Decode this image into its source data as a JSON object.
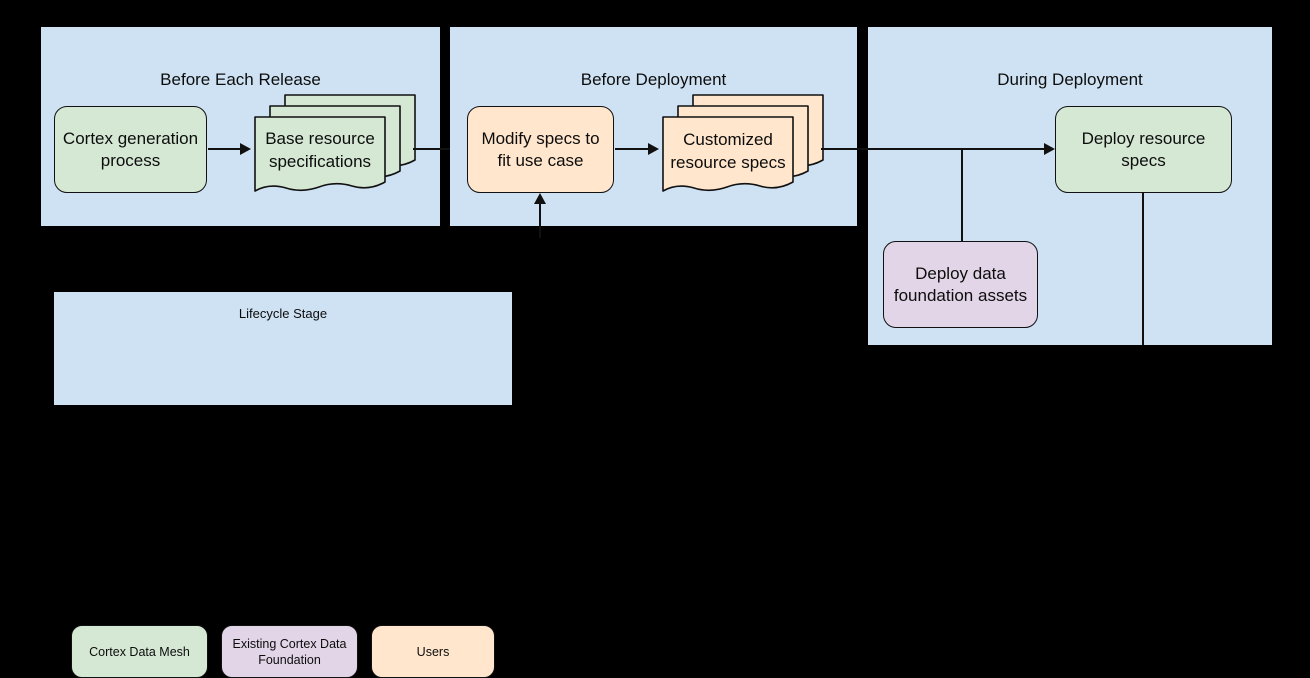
{
  "diagram": {
    "panels": [
      {
        "id": "before-each-release",
        "title": "Before Each Release",
        "nodes": [
          {
            "id": "cortex-generation-process",
            "label": "Cortex generation process",
            "shape": "rounded-rect",
            "category": "Cortex Data Mesh",
            "color": "#d5e8d4"
          },
          {
            "id": "base-resource-specifications",
            "label": "Base resource specifications",
            "shape": "stacked-document",
            "category": "Cortex Data Mesh",
            "color": "#d5e8d4"
          }
        ]
      },
      {
        "id": "before-deployment",
        "title": "Before Deployment",
        "nodes": [
          {
            "id": "modify-specs-to-fit-use-case",
            "label": "Modify specs to fit use case",
            "shape": "rounded-rect",
            "category": "Users",
            "color": "#ffe6cc"
          },
          {
            "id": "customized-resource-specs",
            "label": "Customized resource specs",
            "shape": "stacked-document",
            "category": "Users",
            "color": "#ffe6cc"
          }
        ]
      },
      {
        "id": "during-deployment",
        "title": "During Deployment",
        "nodes": [
          {
            "id": "deploy-resource-specs",
            "label": "Deploy resource specs",
            "shape": "rounded-rect",
            "category": "Cortex Data Mesh",
            "color": "#d5e8d4"
          },
          {
            "id": "deploy-data-foundation-assets",
            "label": "Deploy data foundation assets",
            "shape": "rounded-rect",
            "category": "Existing Cortex Data Foundation",
            "color": "#e1d5e7"
          }
        ]
      }
    ],
    "legend": {
      "title": "Lifecycle Stage",
      "items": [
        {
          "label": "Cortex Data Mesh",
          "color": "#d5e8d4"
        },
        {
          "label": "Existing Cortex Data Foundation",
          "color": "#e1d5e7"
        },
        {
          "label": "Users",
          "color": "#ffe6cc"
        }
      ]
    },
    "colors": {
      "panel_background": "#cfe2f3",
      "page_background": "#000000",
      "stroke": "#111111",
      "green": "#d5e8d4",
      "orange": "#ffe6cc",
      "purple": "#e1d5e7",
      "text": "#0d0d0d"
    }
  }
}
